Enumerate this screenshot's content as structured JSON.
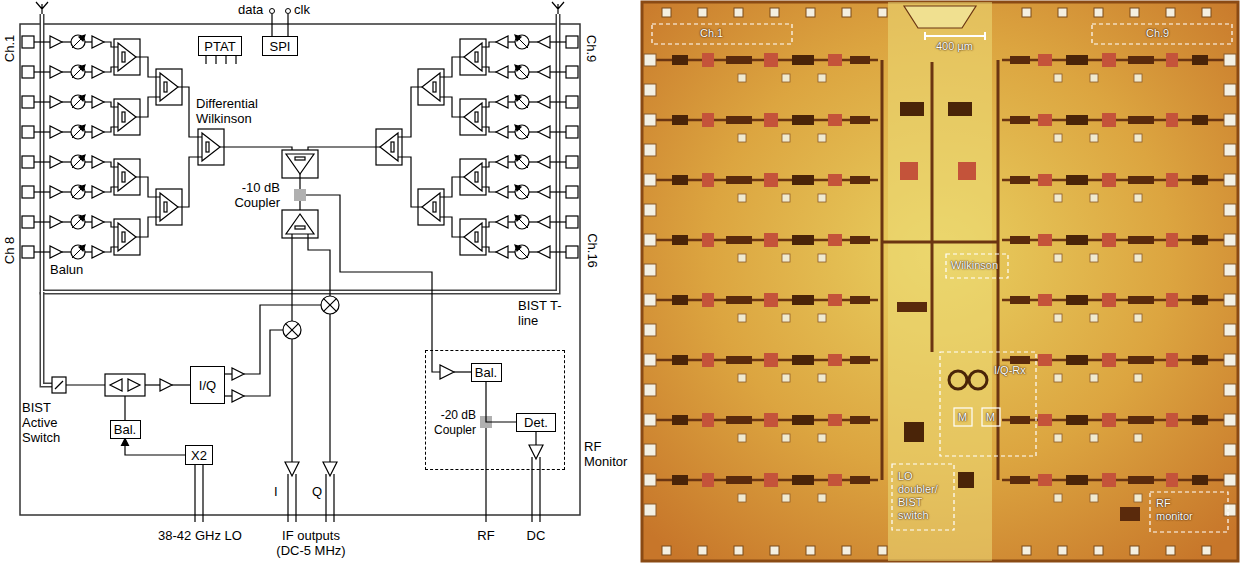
{
  "diagram": {
    "nodes": [
      {
        "text": [
          "PTAT"
        ]
      },
      {
        "text": [
          "SPI"
        ]
      },
      {
        "text": [
          "I/Q"
        ]
      },
      {
        "text": [
          "Bal."
        ]
      },
      {
        "text": [
          "X2"
        ]
      },
      {
        "text": [
          "RF Monitor"
        ]
      },
      {
        "text": [
          "Bal."
        ],
        "in": 5
      },
      {
        "text": [
          "Det."
        ],
        "in": 5
      }
    ],
    "edges": [
      {
        "from": 4,
        "to": 3,
        "arrow": "to"
      },
      {
        "from": 6,
        "to": 7,
        "arrow": "none"
      }
    ],
    "labels": [
      "data",
      "clk",
      "Ch.1",
      "Ch 8",
      "Ch.9",
      "Ch.16",
      "Balun",
      "Differential Wilkinson",
      "-10 dB Coupler",
      "BIST T-line",
      "BIST Active Switch",
      "-20 dB Coupler",
      "38-42 GHz LO",
      "IF outputs (DC-5 MHz)",
      "I",
      "Q",
      "RF",
      "DC",
      "Ch.1",
      "Ch.9",
      "400 µm",
      "Wilkinson",
      "I/Q-Rx",
      "M",
      "M",
      "LO doubler/ BIST switch",
      "RF monitor"
    ]
  }
}
